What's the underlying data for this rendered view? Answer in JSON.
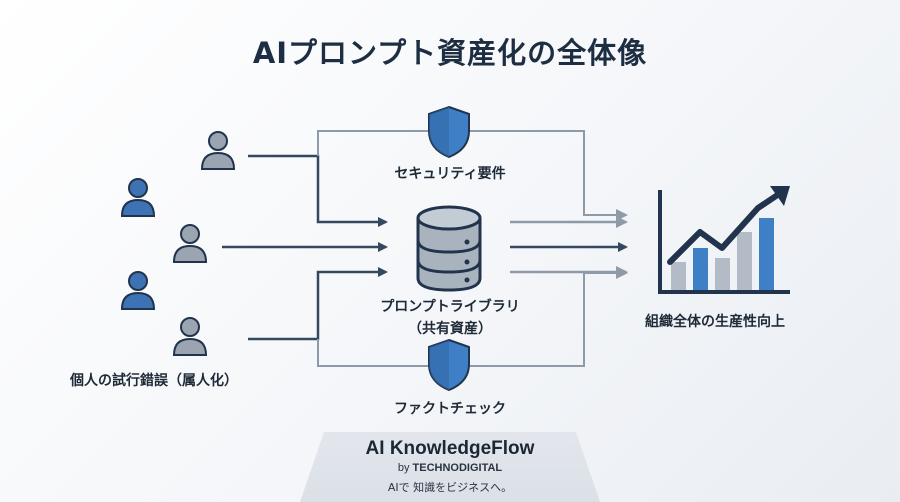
{
  "title": "AIプロンプト資産化の全体像",
  "labels": {
    "security": "セキュリティ要件",
    "library_line1": "プロンプトライブラリ",
    "library_line2": "（共有資産）",
    "fact_check": "ファクトチェック",
    "individual": "個人の試行錯誤（属人化）",
    "org_productivity": "組織全体の生産性向上"
  },
  "footer": {
    "brand": "AI KnowledgeFlow",
    "by_prefix": "by",
    "by_company": "TECHNODIGITAL",
    "tagline": "AIで 知識をビジネスへ。"
  },
  "icons": {
    "people": "person-icon",
    "shield": "shield-icon",
    "database": "database-icon",
    "chart": "growth-chart-icon"
  },
  "colors": {
    "person_gray": "#9aa5b1",
    "person_blue": "#3d73b4",
    "person_outline": "#22344d",
    "line": "#34495f",
    "line_light": "#8e9aa8",
    "shield_blue": "#3f7fc6",
    "db_gray": "#a9b3be",
    "bar_blue": "#3f7fc6",
    "bar_gray": "#b3bcc6"
  }
}
